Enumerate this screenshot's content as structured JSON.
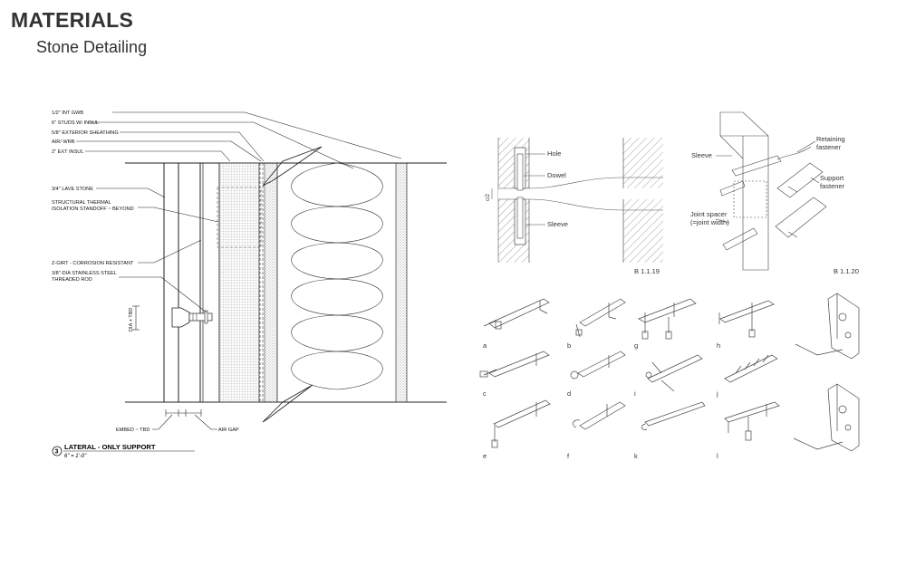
{
  "page": {
    "title": "MATERIALS",
    "subtitle": "Stone Detailing"
  },
  "section_detail": {
    "labels": {
      "gwb": "1/2\" INT GWB",
      "studs": "6\" STUDS W/ INSUL",
      "sheathing": "5/8\" EXTERIOR SHEATHING",
      "air_wrb": "AIR/ WRB",
      "ext_insul": "2\" EXT INSUL",
      "lave_stone": "3/4\" LAVE STONE",
      "standoff_1": "STRUCTURAL THERMAL",
      "standoff_2": "ISOLATION STANDOFF ~ BEYOND",
      "zgirt": "Z-GIRT - CORROSION RESISTANT",
      "rod_1": "3/8\"-DIA STAINLESS STEEL",
      "rod_2": "THREADED ROD",
      "dia": "DIA + TBD",
      "embed": "EMBED ~ TBD",
      "air_gap": "AIR GAP"
    },
    "callout": {
      "number": "3",
      "title": "LATERAL - ONLY SUPPORT",
      "scale": "6\" = 1'-0\""
    }
  },
  "fig_b1119": {
    "hole": "Hole",
    "dowel": "Dowel",
    "sleeve": "Sleeve",
    "gap": "c/2",
    "caption": "B 1.1.19"
  },
  "fig_b1120": {
    "sleeve": "Sleeve",
    "retaining_1": "Retaining",
    "retaining_2": "fastener",
    "support_1": "Support",
    "support_2": "fastener",
    "joint_1": "Joint spacer",
    "joint_2": "(=joint width)",
    "caption": "B 1.1.20"
  },
  "anchors": {
    "letters": [
      "a",
      "b",
      "g",
      "h",
      "c",
      "d",
      "i",
      "j",
      "e",
      "f",
      "k",
      "l"
    ]
  }
}
